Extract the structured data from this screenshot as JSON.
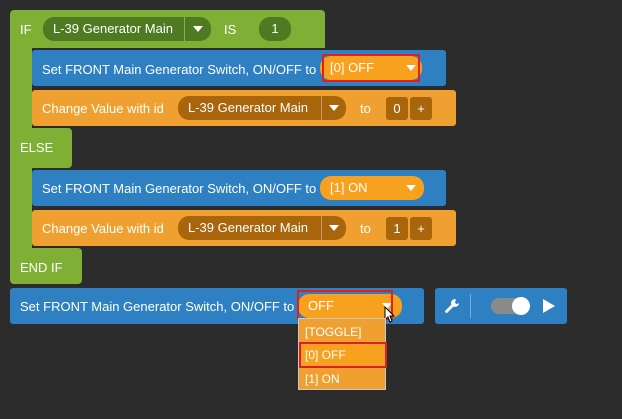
{
  "if_block": {
    "if_label": "IF",
    "variable": "L-39 Generator Main",
    "is_label": "IS",
    "compare_value": "1",
    "else_label": "ELSE",
    "end_label": "END IF"
  },
  "then_set": {
    "text": "Set FRONT Main Generator Switch, ON/OFF to",
    "value": "[0] OFF"
  },
  "then_change": {
    "text": "Change Value with id",
    "variable": "L-39 Generator Main",
    "to_label": "to",
    "value": "0",
    "plus": "+"
  },
  "else_set": {
    "text": "Set FRONT Main Generator Switch, ON/OFF to",
    "value": "[1] ON"
  },
  "else_change": {
    "text": "Change Value with id",
    "variable": "L-39 Generator Main",
    "to_label": "to",
    "value": "1",
    "plus": "+"
  },
  "standalone_set": {
    "text": "Set FRONT Main Generator Switch, ON/OFF to",
    "value": "OFF"
  },
  "dropdown_options": [
    "[TOGGLE]",
    "[0] OFF",
    "[1] ON"
  ],
  "toolbar": {
    "wrench_icon": "wrench-icon",
    "toggle_state": "on",
    "play_icon": "play-icon"
  },
  "colors": {
    "logic_green": "#7fb035",
    "action_blue": "#2e80c3",
    "value_orange": "#f0a030",
    "highlight_red": "#e02020"
  }
}
